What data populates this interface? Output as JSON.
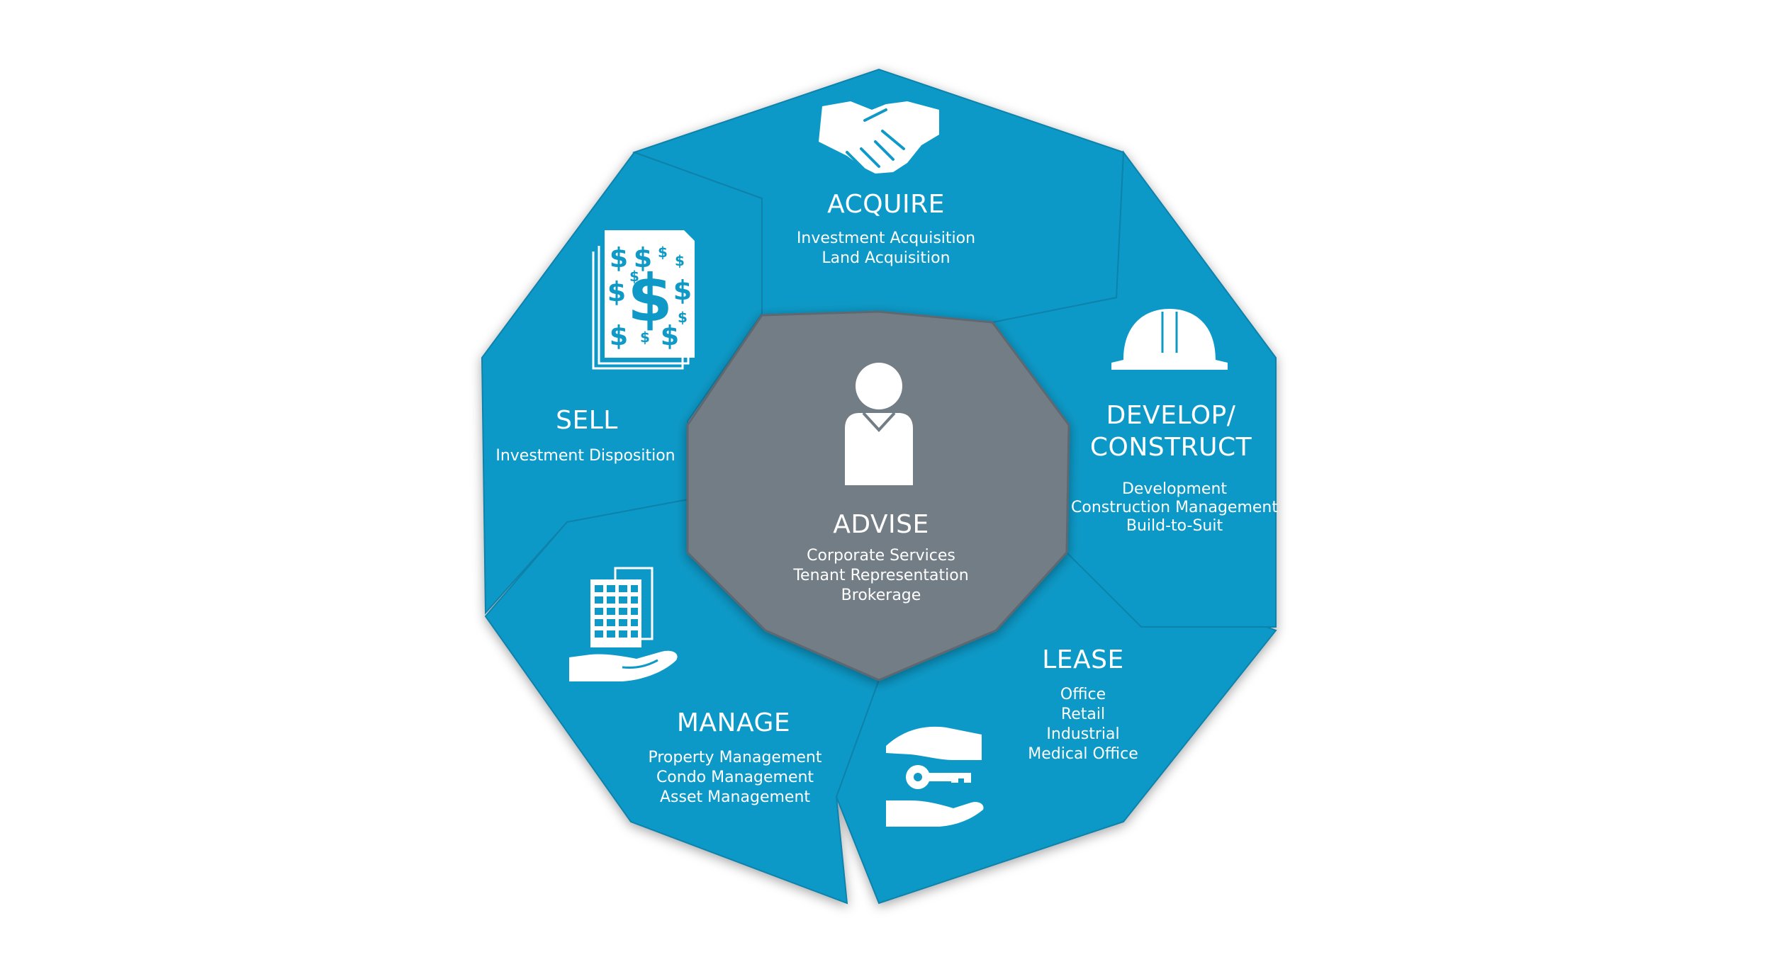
{
  "colors": {
    "segment": "#0f99c7",
    "center": "#737d86",
    "text": "#ffffff"
  },
  "center": {
    "title": "ADVISE",
    "lines": [
      "Corporate Services",
      "Tenant Representation",
      "Brokerage"
    ],
    "icon": "person-icon"
  },
  "segments": {
    "acquire": {
      "title": "ACQUIRE",
      "lines": [
        "Investment Acquisition",
        "Land Acquisition"
      ],
      "icon": "handshake-icon"
    },
    "develop": {
      "title_line1": "DEVELOP/",
      "title_line2": "CONSTRUCT",
      "lines": [
        "Development",
        "Construction Management",
        "Build-to-Suit"
      ],
      "icon": "hard-hat-icon"
    },
    "lease": {
      "title": "LEASE",
      "lines": [
        "Office",
        "Retail",
        "Industrial",
        "Medical Office"
      ],
      "icon": "hands-key-icon"
    },
    "manage": {
      "title": "MANAGE",
      "lines": [
        "Property Management",
        "Condo Management",
        "Asset Management"
      ],
      "icon": "building-hand-icon"
    },
    "sell": {
      "title": "SELL",
      "lines": [
        "Investment Disposition"
      ],
      "icon": "money-documents-icon"
    }
  }
}
